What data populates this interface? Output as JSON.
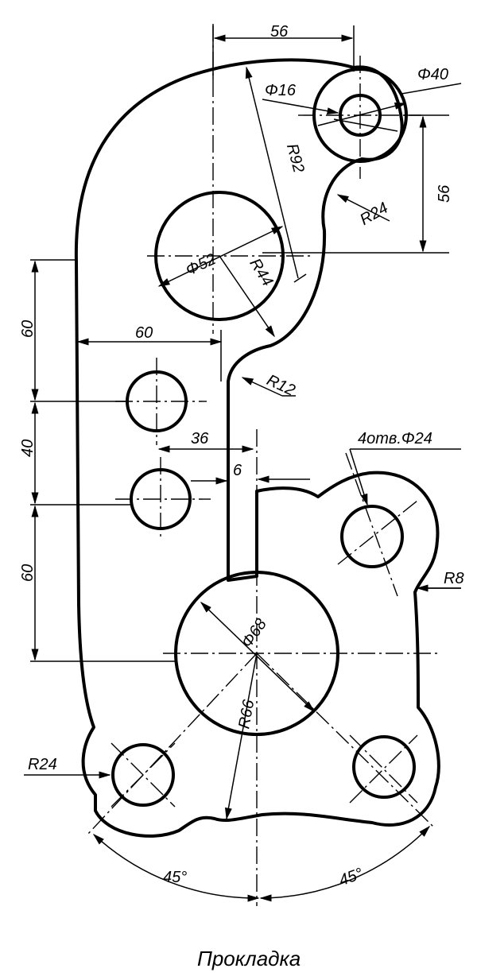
{
  "drawing": {
    "title": "Прокладка",
    "dims": {
      "d56_top": "56",
      "phi40": "Φ40",
      "phi16": "Φ16",
      "r92": "R92",
      "d56_right": "56",
      "r24_top": "R24",
      "phi52": "Φ52",
      "r44": "R44",
      "d60_horiz": "60",
      "r12": "R12",
      "d60_upper": "60",
      "d40": "40",
      "d60_lower": "60",
      "d36": "36",
      "d6": "6",
      "holes4": "4отв.Φ24",
      "r8": "R8",
      "phi68": "Φ68",
      "r66": "R66",
      "r24_left": "R24",
      "a45_left": "45°",
      "a45_right": "45°"
    }
  }
}
